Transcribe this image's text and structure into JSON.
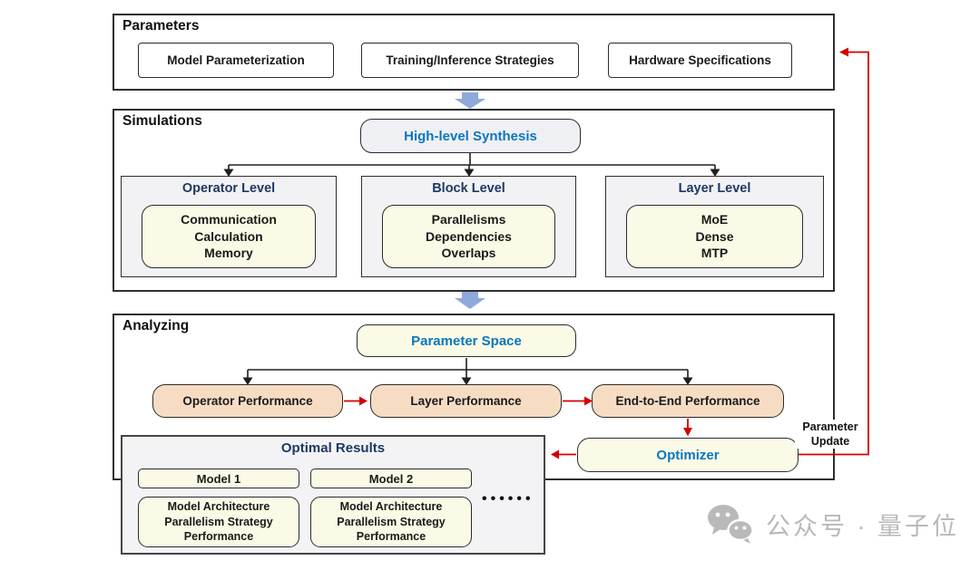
{
  "colors": {
    "accent_blue_text": "#0b76c0",
    "navy_title": "#1f3864",
    "flow_arrow_blue": "#8ea9db",
    "feedback_red": "#d40000",
    "cream_box": "#fafae6",
    "peach_box": "#f7dcc4",
    "panel_grey": "#f3f3f5",
    "watermark_grey": "#b9b9b9"
  },
  "sections": {
    "parameters": {
      "title": "Parameters",
      "boxes": [
        {
          "label": "Model Parameterization"
        },
        {
          "label": "Training/Inference Strategies"
        },
        {
          "label": "Hardware Specifications"
        }
      ]
    },
    "simulations": {
      "title": "Simulations",
      "synthesis_label": "High-level Synthesis",
      "levels": [
        {
          "title": "Operator Level",
          "items": [
            "Communication",
            "Calculation",
            "Memory"
          ]
        },
        {
          "title": "Block Level",
          "items": [
            "Parallelisms",
            "Dependencies",
            "Overlaps"
          ]
        },
        {
          "title": "Layer Level",
          "items": [
            "MoE",
            "Dense",
            "MTP"
          ]
        }
      ]
    },
    "analyzing": {
      "title": "Analyzing",
      "parameter_space_label": "Parameter Space",
      "performance_boxes": [
        {
          "label": "Operator Performance"
        },
        {
          "label": "Layer Performance"
        },
        {
          "label": "End-to-End Performance"
        }
      ],
      "optimizer_label": "Optimizer",
      "parameter_update": {
        "line1": "Parameter",
        "line2": "Update"
      },
      "optimal_results": {
        "title": "Optimal Results",
        "models": [
          {
            "name": "Model 1",
            "details": [
              "Model Architecture",
              "Parallelism Strategy",
              "Performance"
            ]
          },
          {
            "name": "Model 2",
            "details": [
              "Model Architecture",
              "Parallelism Strategy",
              "Performance"
            ]
          }
        ],
        "ellipsis_dots": "••••••"
      }
    }
  },
  "watermark": {
    "label": "公众号 · 量子位"
  }
}
